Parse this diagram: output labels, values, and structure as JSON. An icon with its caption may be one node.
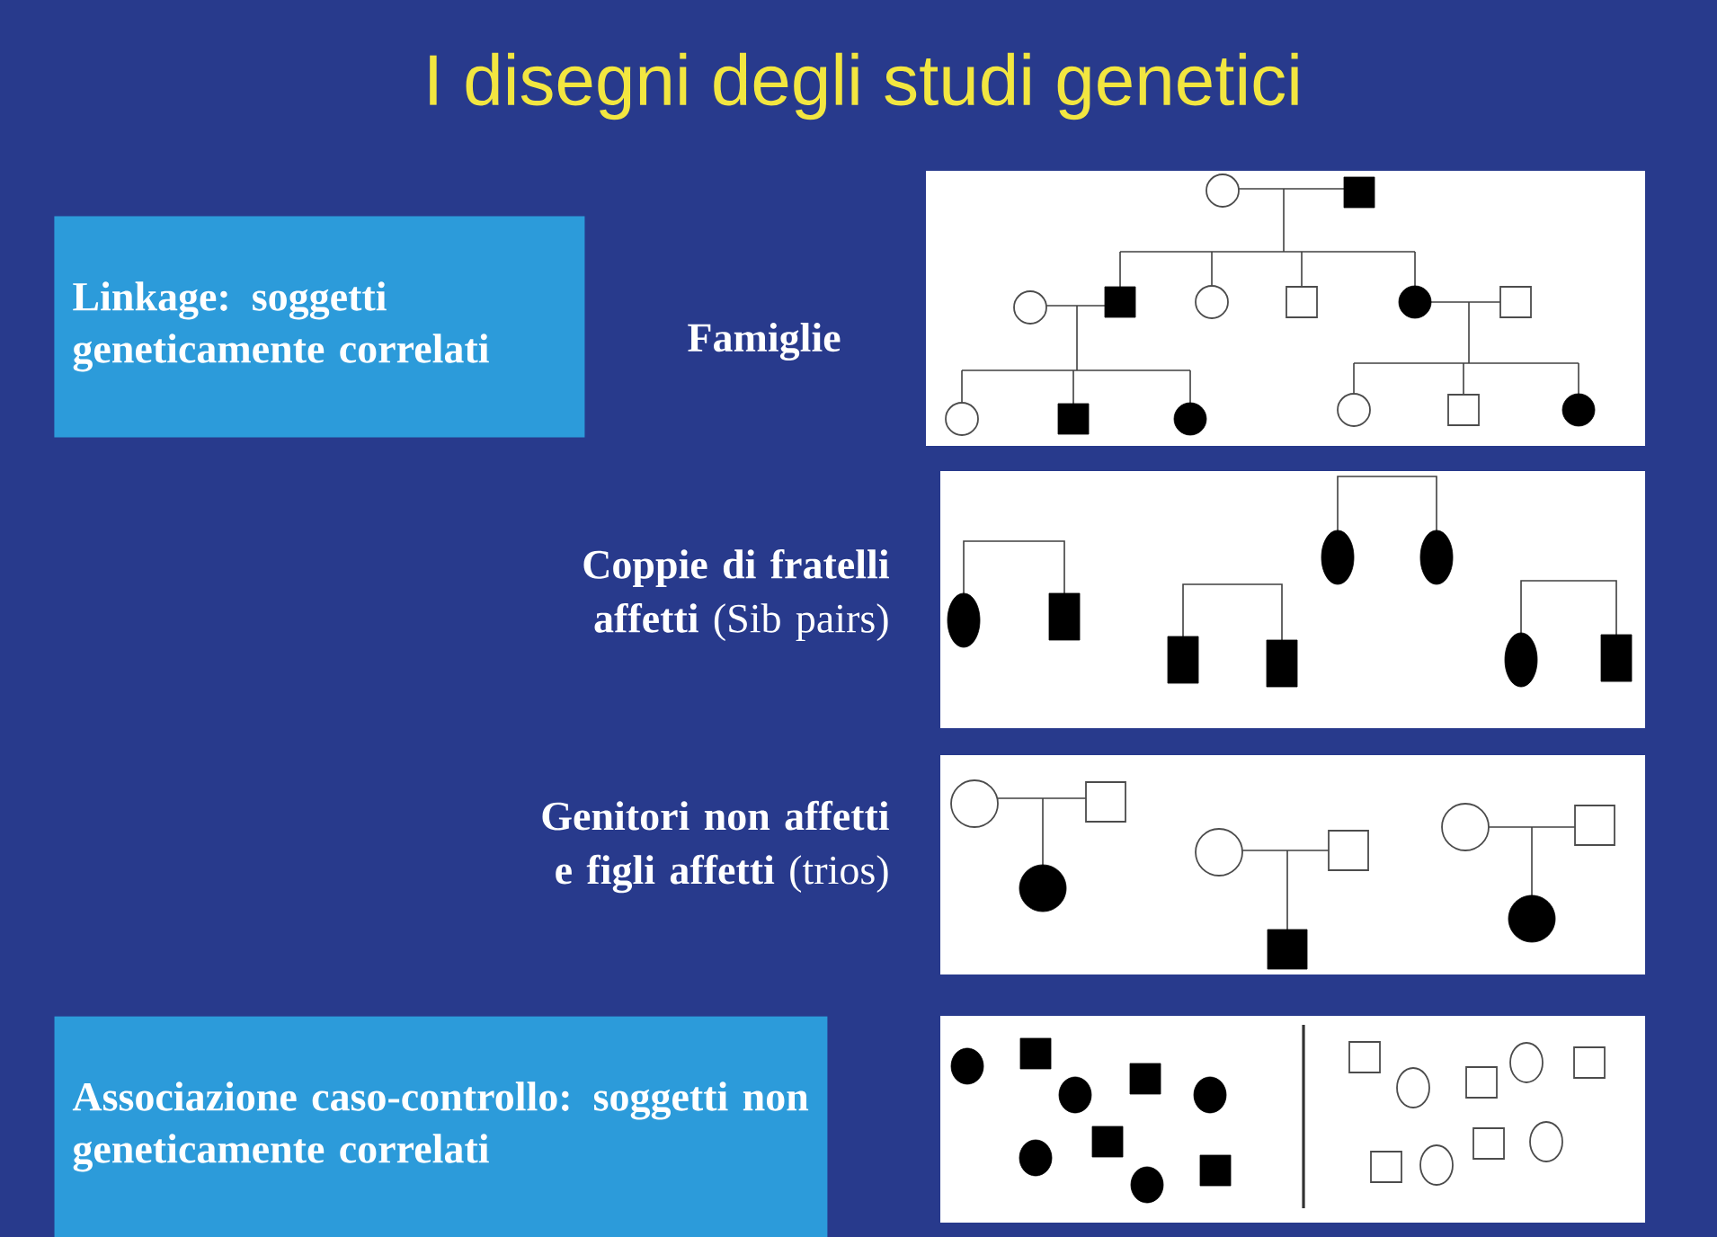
{
  "diagram": {
    "title": "I disegni degli studi genetici",
    "nodes": [
      {
        "text": [
          "Linkage: soggetti geneticamente correlati"
        ]
      },
      {
        "text": [
          "Associazione caso-controllo: soggetti non geneticamente correlati"
        ]
      }
    ],
    "labels": [
      "Famiglie",
      "**Coppie di fratelli affetti** (Sib pairs)",
      "**Genitori non affetti e figli affetti** (trios)"
    ]
  }
}
